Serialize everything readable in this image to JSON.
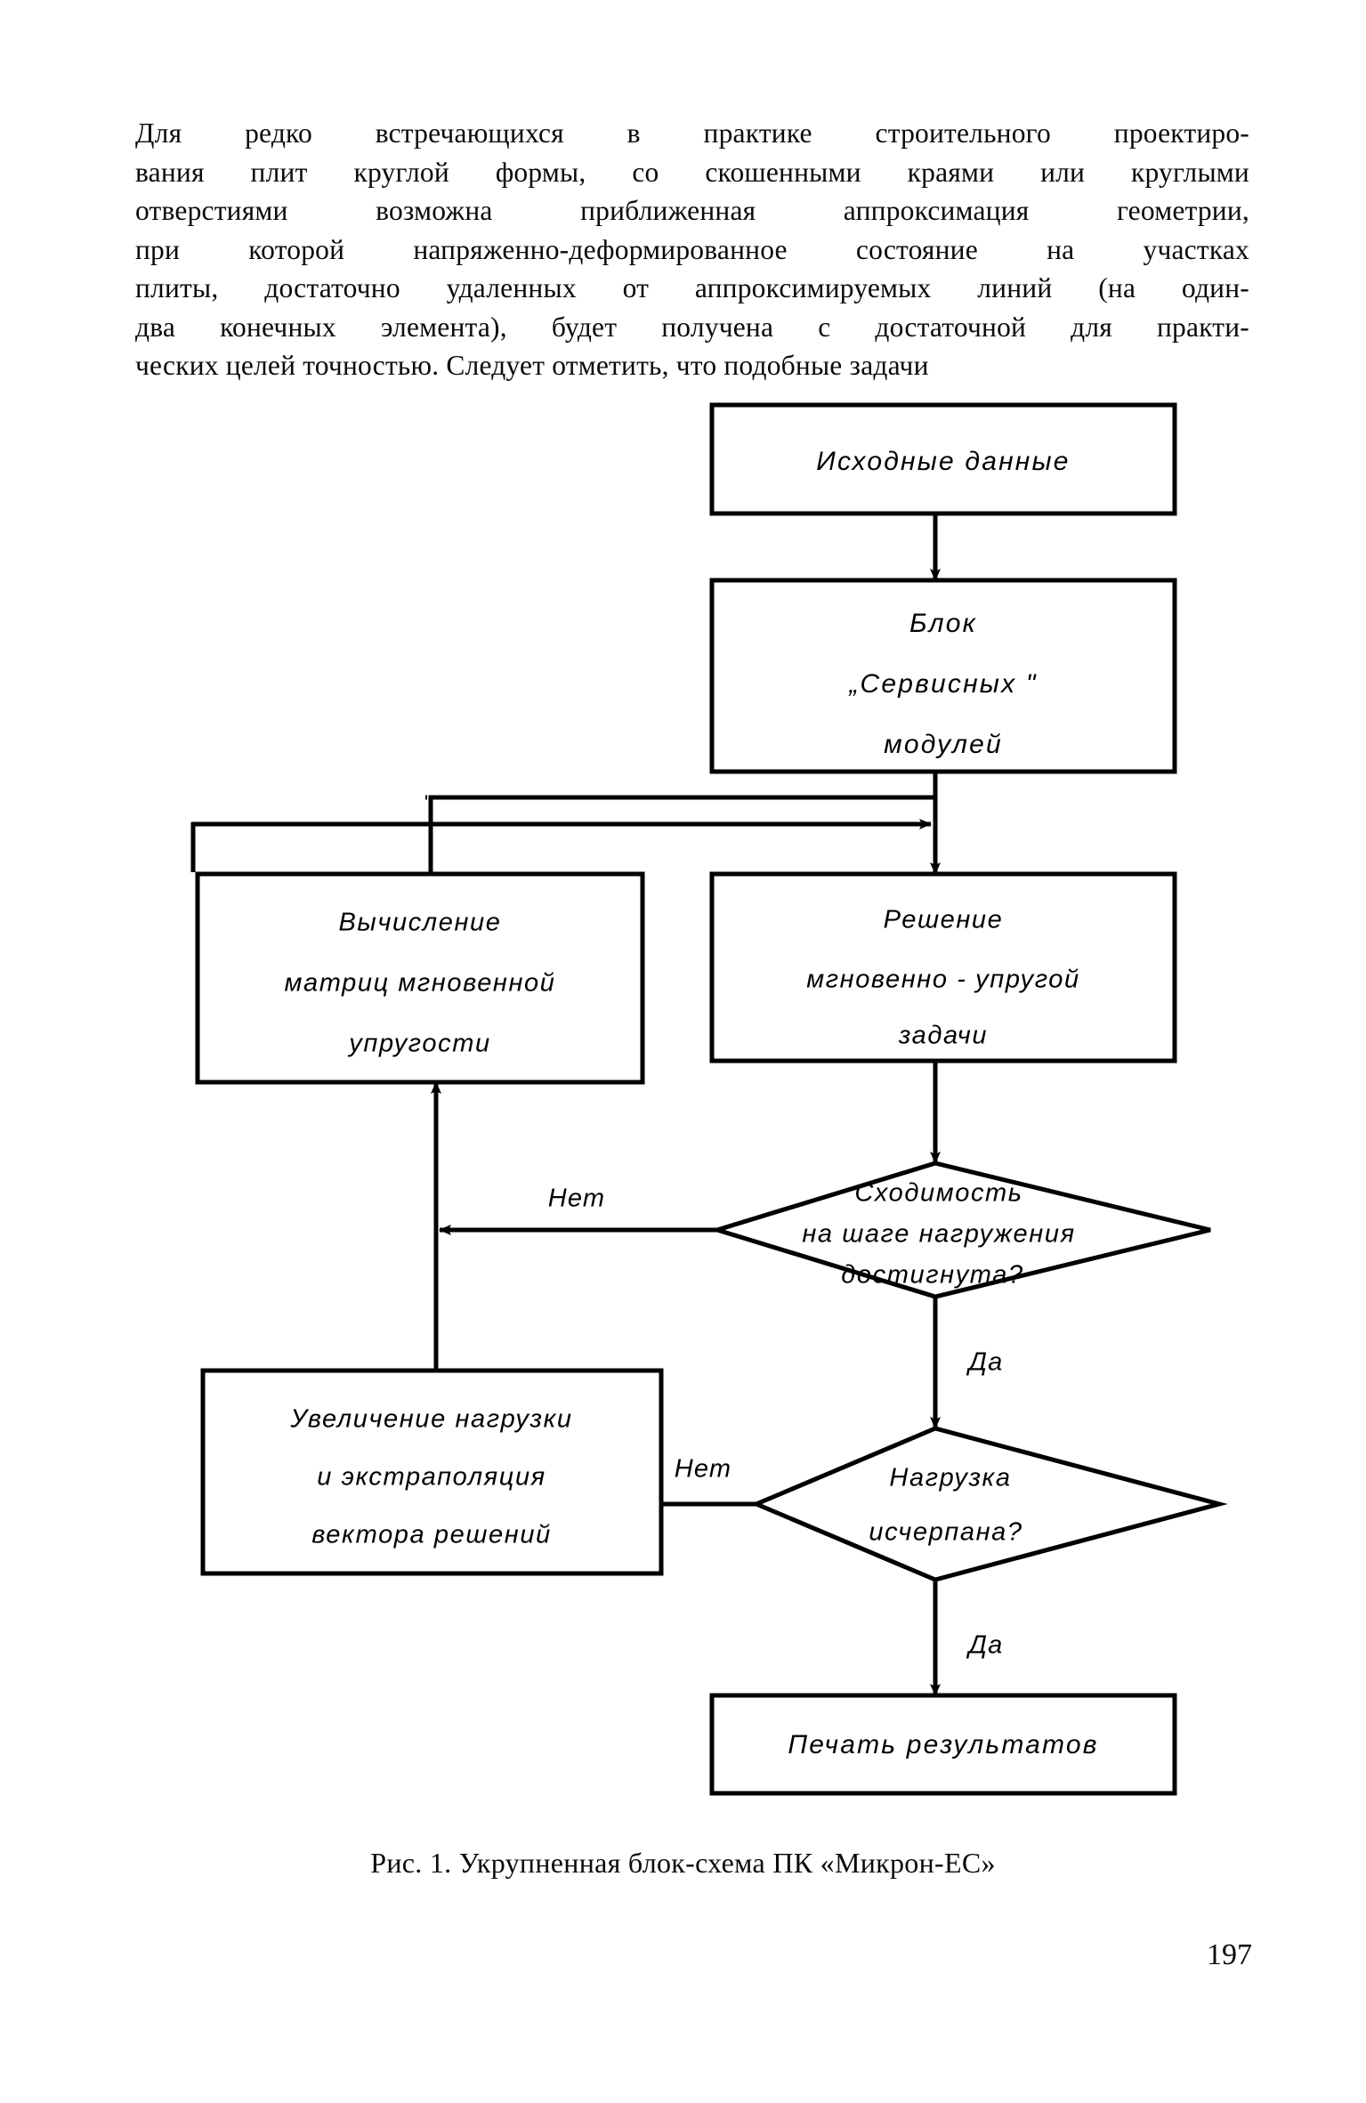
{
  "page": {
    "number": "197",
    "language": "ru"
  },
  "body_paragraph": {
    "lines": [
      "Для редко встречающихся в практике строительного проектиро-",
      "вания плит круглой формы, со скошенными краями или круглыми",
      "отверстиями возможна приближенная аппроксимация геометрии,",
      "при которой напряженно-деформированное состояние на участках",
      "плиты, достаточно удаленных от аппроксимируемых линий (на один-",
      "два конечных элемента), будет получена с достаточной для практи-",
      "ческих целей точностью. Следует отметить, что подобные задачи"
    ]
  },
  "figure": {
    "caption": "Рис. 1. Укрупненная блок-схема ПК «Микрон-ЕС»",
    "type": "flowchart",
    "nodes": [
      {
        "id": "input",
        "shape": "rectangle",
        "lines": [
          "Исходные     данные"
        ]
      },
      {
        "id": "service",
        "shape": "rectangle",
        "lines": [
          "Блок",
          "„Сервисных \"",
          "модулей"
        ]
      },
      {
        "id": "matrix",
        "shape": "rectangle",
        "lines": [
          "Вычисление",
          "матриц  мгновенной",
          "упругости"
        ]
      },
      {
        "id": "solve",
        "shape": "rectangle",
        "lines": [
          "Решение",
          "мгновенно - упругой",
          "задачи"
        ]
      },
      {
        "id": "converge",
        "shape": "diamond",
        "lines": [
          "Сходимость",
          "на шаге нагружения",
          "достигнута?"
        ]
      },
      {
        "id": "increase",
        "shape": "rectangle",
        "lines": [
          "Увеличение  нагрузки",
          "и экстраполяция",
          "вектора решений"
        ]
      },
      {
        "id": "exhausted",
        "shape": "diamond",
        "lines": [
          "Нагрузка",
          "исчерпана?"
        ]
      },
      {
        "id": "print",
        "shape": "rectangle",
        "lines": [
          "Печать результатов"
        ]
      }
    ],
    "edge_labels": {
      "converge_no": "Нет",
      "converge_yes": "Да",
      "exhausted_no": "Нет",
      "exhausted_yes": "Да"
    }
  },
  "colors": {
    "ink": "#000000",
    "paper": "#ffffff"
  }
}
